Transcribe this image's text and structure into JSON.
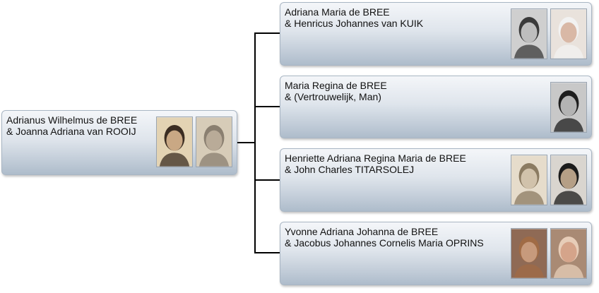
{
  "root": {
    "line1": "Adrianus Wilhelmus de BREE",
    "line2": "& Joanna Adriana van ROOIJ",
    "photos": [
      {
        "icon": "portrait-photo-man",
        "tone": "#e3d3b3",
        "face": "#c9a884",
        "hair": "#3b2d22"
      },
      {
        "icon": "portrait-photo-woman",
        "tone": "#d7ccb8",
        "face": "#b9ab98",
        "hair": "#8a7f70"
      }
    ]
  },
  "children": [
    {
      "line1": "Adriana Maria de BREE",
      "line2": "& Henricus Johannes van KUIK",
      "photos": [
        {
          "icon": "portrait-photo-woman",
          "tone": "#cfcfcf",
          "face": "#bdbdbd",
          "hair": "#3a3a3a"
        },
        {
          "icon": "portrait-photo-man",
          "tone": "#e9e2dc",
          "face": "#d9b8a6",
          "hair": "#f2f2f2"
        }
      ]
    },
    {
      "line1": "Maria Regina de BREE",
      "line2": "& (Vertrouwelijk, Man)",
      "photos": [
        {
          "icon": "portrait-photo-woman",
          "tone": "#c8c8c8",
          "face": "#b3b3b3",
          "hair": "#1e1e1e"
        }
      ]
    },
    {
      "line1": "Henriette Adriana Regina Maria de BREE",
      "line2": "& John Charles TITARSOLEJ",
      "photos": [
        {
          "icon": "portrait-photo-woman",
          "tone": "#e6dccb",
          "face": "#d1c2ab",
          "hair": "#8b7b62"
        },
        {
          "icon": "portrait-photo-man",
          "tone": "#d9d5cf",
          "face": "#b59f86",
          "hair": "#1b1b1b"
        }
      ]
    },
    {
      "line1": "Yvonne Adriana Johanna de BREE",
      "line2": "& Jacobus Johannes Cornelis Maria OPRINS",
      "photos": [
        {
          "icon": "portrait-photo-woman",
          "tone": "#8f6a55",
          "face": "#c79a7c",
          "hair": "#a06b45"
        },
        {
          "icon": "portrait-photo-man",
          "tone": "#a98a74",
          "face": "#d5a48a",
          "hair": "#e7cdb8"
        }
      ]
    }
  ]
}
